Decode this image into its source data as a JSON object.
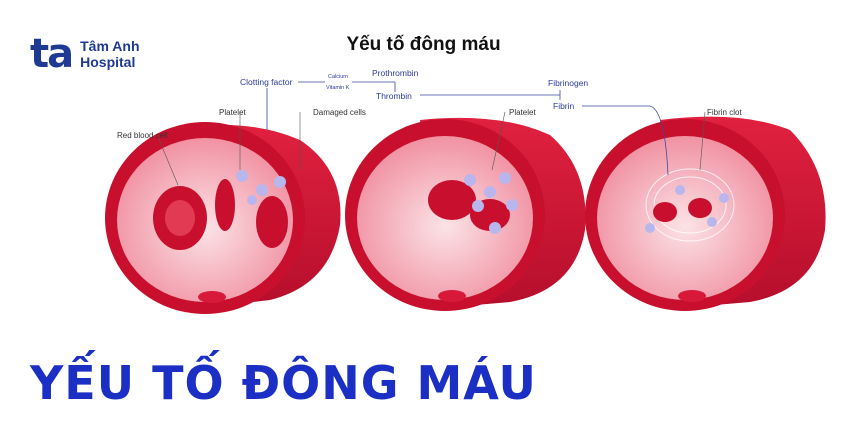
{
  "logo": {
    "mark": "ta",
    "name_line1": "Tâm Anh",
    "name_line2": "Hospital",
    "color": "#1f3a93"
  },
  "title": "Yếu tố đông máu",
  "headline": "YẾU TỐ ĐÔNG MÁU",
  "cascade": {
    "clotting_factor": "Clotting factor",
    "calcium": "Calcium",
    "vitamin_k": "Vitamin K",
    "prothrombin": "Prothrombin",
    "thrombin": "Thrombin",
    "fibrinogen": "Fibrinogen",
    "fibrin": "Fibrin"
  },
  "labels": {
    "red_blood_cell": "Red blood cell",
    "platelet_1": "Platelet",
    "damaged_cells": "Damaged cells",
    "platelet_2": "Platelet",
    "fibrin_clot": "Fibrin clot"
  },
  "colors": {
    "vessel": "#d8193a",
    "vessel_inner": "#f4a6b2",
    "rbc": "#c8102e",
    "platelet": "#b9b6ee",
    "headline": "#1b2fc4"
  }
}
